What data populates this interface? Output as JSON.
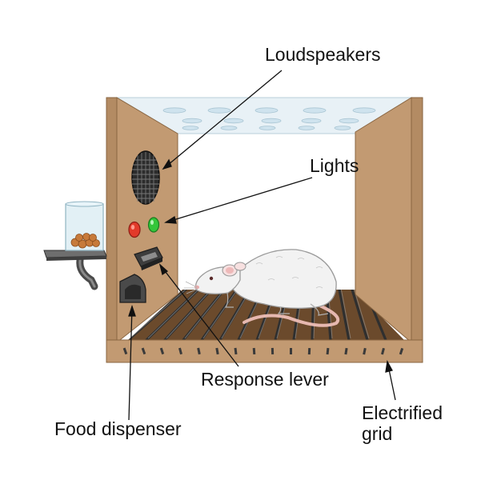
{
  "labels": {
    "loudspeakers": "Loudspeakers",
    "lights": "Lights",
    "response_lever": "Response lever",
    "food_dispenser": "Food dispenser",
    "electrified_grid_line1": "Electrified",
    "electrified_grid_line2": "grid"
  },
  "colors": {
    "wood": "#c29a72",
    "wood_dark": "#a8805a",
    "wood_edge": "#8a6642",
    "ceiling": "#e8f1f6",
    "light_red": "#e23a2a",
    "light_green": "#34c63a",
    "grid_floor": "#6b4a2c",
    "grid_bar": "#3a3a3a",
    "rat_body": "#f2f2f2",
    "rat_tail": "#e6b8b0",
    "pellet": "#c77a3a"
  },
  "icons": [
    "loudspeaker-icon",
    "red-light-icon",
    "green-light-icon",
    "lever-icon",
    "food-dispenser-icon",
    "rat-icon",
    "pellet-jar-icon"
  ]
}
